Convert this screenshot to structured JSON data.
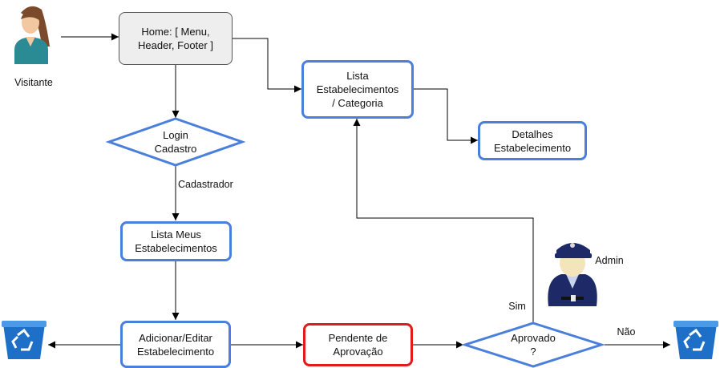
{
  "actors": {
    "visitor": "Visitante",
    "admin": "Admin"
  },
  "nodes": {
    "home": "Home: [ Menu,\nHeader,  Footer ]",
    "lista_estab": "Lista\nEstabelecimentos\n/ Categoria",
    "detalhes": "Detalhes\nEstabelecimento",
    "login": "Login\nCadastro",
    "lista_meus": "Lista Meus\nEstabelecimentos",
    "adicionar": "Adicionar/Editar\nEstabelecimento",
    "pendente": "Pendente de\nAprovação",
    "aprovado": "Aprovado\n?"
  },
  "edge_labels": {
    "cadastrador": "Cadastrador",
    "sim": "Sim",
    "nao": "Não"
  },
  "icons": {
    "visitor": "person-icon",
    "admin": "police-officer-icon",
    "trash_left": "recycle-bin-icon",
    "trash_right": "recycle-bin-icon"
  },
  "colors": {
    "node_border": "#4a7fdc",
    "pending_border": "#e01b1b",
    "start_fill": "#eeeeee",
    "recycle_bin": "#1e6fc8"
  }
}
